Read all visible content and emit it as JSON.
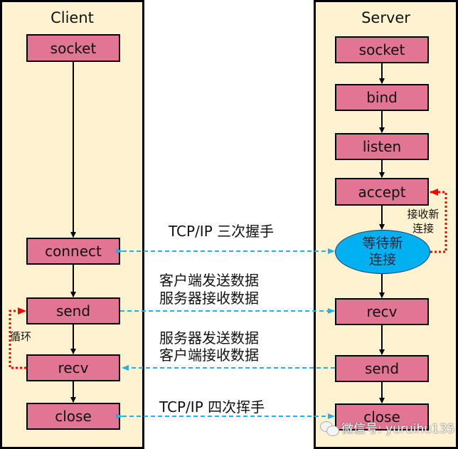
{
  "client": {
    "title": "Client",
    "steps": [
      "socket",
      "connect",
      "send",
      "recv",
      "close"
    ],
    "loop_label": "循环"
  },
  "server": {
    "title": "Server",
    "steps": [
      "socket",
      "bind",
      "listen",
      "accept",
      "recv",
      "send",
      "close"
    ],
    "wait_node": "等待新\n连接",
    "wait_node_line1": "等待新",
    "wait_node_line2": "连接",
    "accept_loop_label_line1": "接收新",
    "accept_loop_label_line2": "连接"
  },
  "messages": {
    "handshake": "TCP/IP 三次握手",
    "client_send_line1": "客户端发送数据",
    "client_send_line2": "服务器接收数据",
    "server_send_line1": "服务器发送数据",
    "server_send_line2": "客户端接收数据",
    "teardown": "TCP/IP 四次挥手"
  },
  "watermark": {
    "icon": "wechat-icon",
    "text": "微信号: yuruihu135"
  },
  "colors": {
    "lane_fill": "#fff2d0",
    "box_fill": "#e27594",
    "ellipse_fill": "#00b0f0",
    "message_arrow": "#1fb0e8",
    "loop_arrow": "#ff0000"
  }
}
